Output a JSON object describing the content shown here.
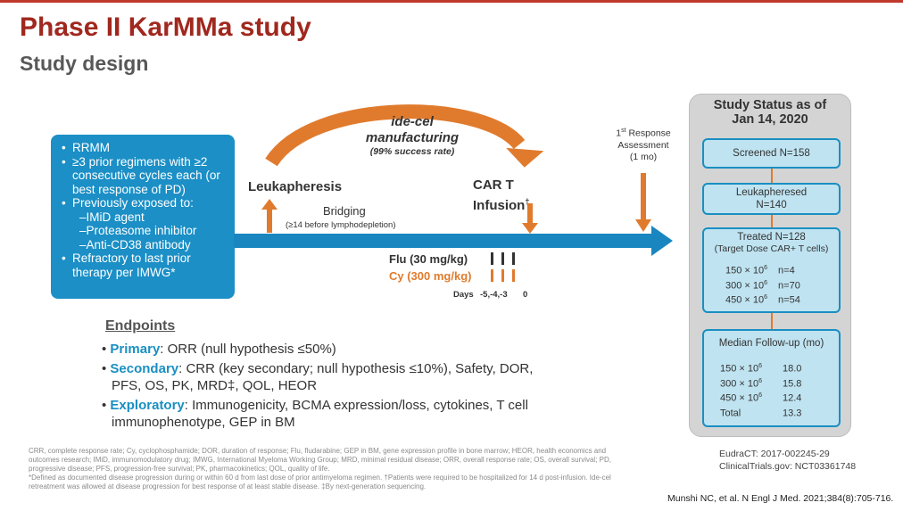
{
  "slide": {
    "title": "Phase II KarMMa study",
    "subtitle": "Study design"
  },
  "population": {
    "items": [
      {
        "text": "RRMM",
        "sub": false
      },
      {
        "text": "≥3 prior regimens with ≥2 consecutive cycles each (or best response of PD)",
        "sub": false
      },
      {
        "text": "Previously exposed to:",
        "sub": false
      },
      {
        "text": "–IMiD agent",
        "sub": true
      },
      {
        "text": "–Proteasome inhibitor",
        "sub": true
      },
      {
        "text": "–Anti-CD38 antibody",
        "sub": true
      },
      {
        "text": "Refractory to last prior therapy per IMWG*",
        "sub": false
      }
    ]
  },
  "timeline": {
    "manufacturing_line1": "ide-cel",
    "manufacturing_line2": "manufacturing",
    "manufacturing_rate": "(99% success rate)",
    "leukapheresis": "Leukapheresis",
    "bridging": "Bridging",
    "bridging_note": "(≥14 before lymphodepletion)",
    "car_t_line1": "CAR T",
    "car_t_line2": "Infusion",
    "car_t_mark": "†",
    "response_sup": "st",
    "response_line1_a": "1",
    "response_line1_b": " Response",
    "response_line2": "Assessment",
    "response_line3": "(1 mo)",
    "flu": "Flu (30 mg/kg)",
    "cy": "Cy (300 mg/kg)",
    "days_label": "Days",
    "days_values": "-5,-4,-3",
    "day_zero": "0"
  },
  "status": {
    "title_line1": "Study Status as of",
    "title_line2": "Jan 14, 2020",
    "screened": "Screened N=158",
    "leuk_line1": "Leukapheresed",
    "leuk_line2": "N=140",
    "treated_line1": "Treated N=128",
    "treated_line2": "(Target Dose CAR+ T cells)",
    "doses": [
      {
        "dose": "150 × 10",
        "exp": "6",
        "n": "n=4"
      },
      {
        "dose": "300 × 10",
        "exp": "6",
        "n": "n=70"
      },
      {
        "dose": "450 × 10",
        "exp": "6",
        "n": "n=54"
      }
    ],
    "followup_title": "Median Follow-up (mo)",
    "followup": [
      {
        "dose": "150 × 10",
        "exp": "6",
        "val": "18.0"
      },
      {
        "dose": "300 × 10",
        "exp": "6",
        "val": "15.8"
      },
      {
        "dose": "450 × 10",
        "exp": "6",
        "val": "12.4"
      },
      {
        "dose": "Total",
        "exp": "",
        "val": "13.3"
      }
    ]
  },
  "endpoints": {
    "title": "Endpoints",
    "primary_key": "Primary",
    "primary_text": ": ORR (null hypothesis ≤50%)",
    "secondary_key": "Secondary",
    "secondary_text1": ": CRR (key secondary; null hypothesis ≤10%), Safety, DOR,",
    "secondary_text2": "PFS, OS, PK, MRD‡, QOL, HEOR",
    "exploratory_key": "Exploratory",
    "exploratory_text1": ": Immunogenicity, BCMA expression/loss, cytokines, T cell",
    "exploratory_text2": "immunophenotype, GEP in BM"
  },
  "registry": {
    "eudract": "EudraCT: 2017-002245-29",
    "clinicaltrials": "ClinicalTrials.gov: NCT03361748"
  },
  "citation": "Munshi NC, et al. N Engl J Med. 2021;384(8):705-716.",
  "footnotes": [
    "CRR, complete response rate; Cy, cyclophosphamide; DOR, duration of response; Flu, fludarabine; GEP in BM, gene expression profile in bone marrow; HEOR, health economics and",
    "outcomes research; IMiD, immunomodulatory drug; IMWG, International Myeloma Working Group; MRD, minimal residual disease; ORR, overall response rate; OS, overall survival; PD,",
    "progressive disease; PFS, progression-free survival; PK, pharmacokinetics; QOL, quality of life.",
    "*Defined as documented disease progression during or within 60 d from last dose of prior antimyeloma regimen. †Patients were required to be hospitalized for 14 d post-infusion. Ide-cel",
    "retreatment was allowed at disease progression for best response of at least stable disease. ‡By next-generation sequencing."
  ],
  "colors": {
    "title": "#a0281e",
    "blue": "#1a86bf",
    "orange": "#e07b2e",
    "box_fill": "#bfe3f1"
  }
}
